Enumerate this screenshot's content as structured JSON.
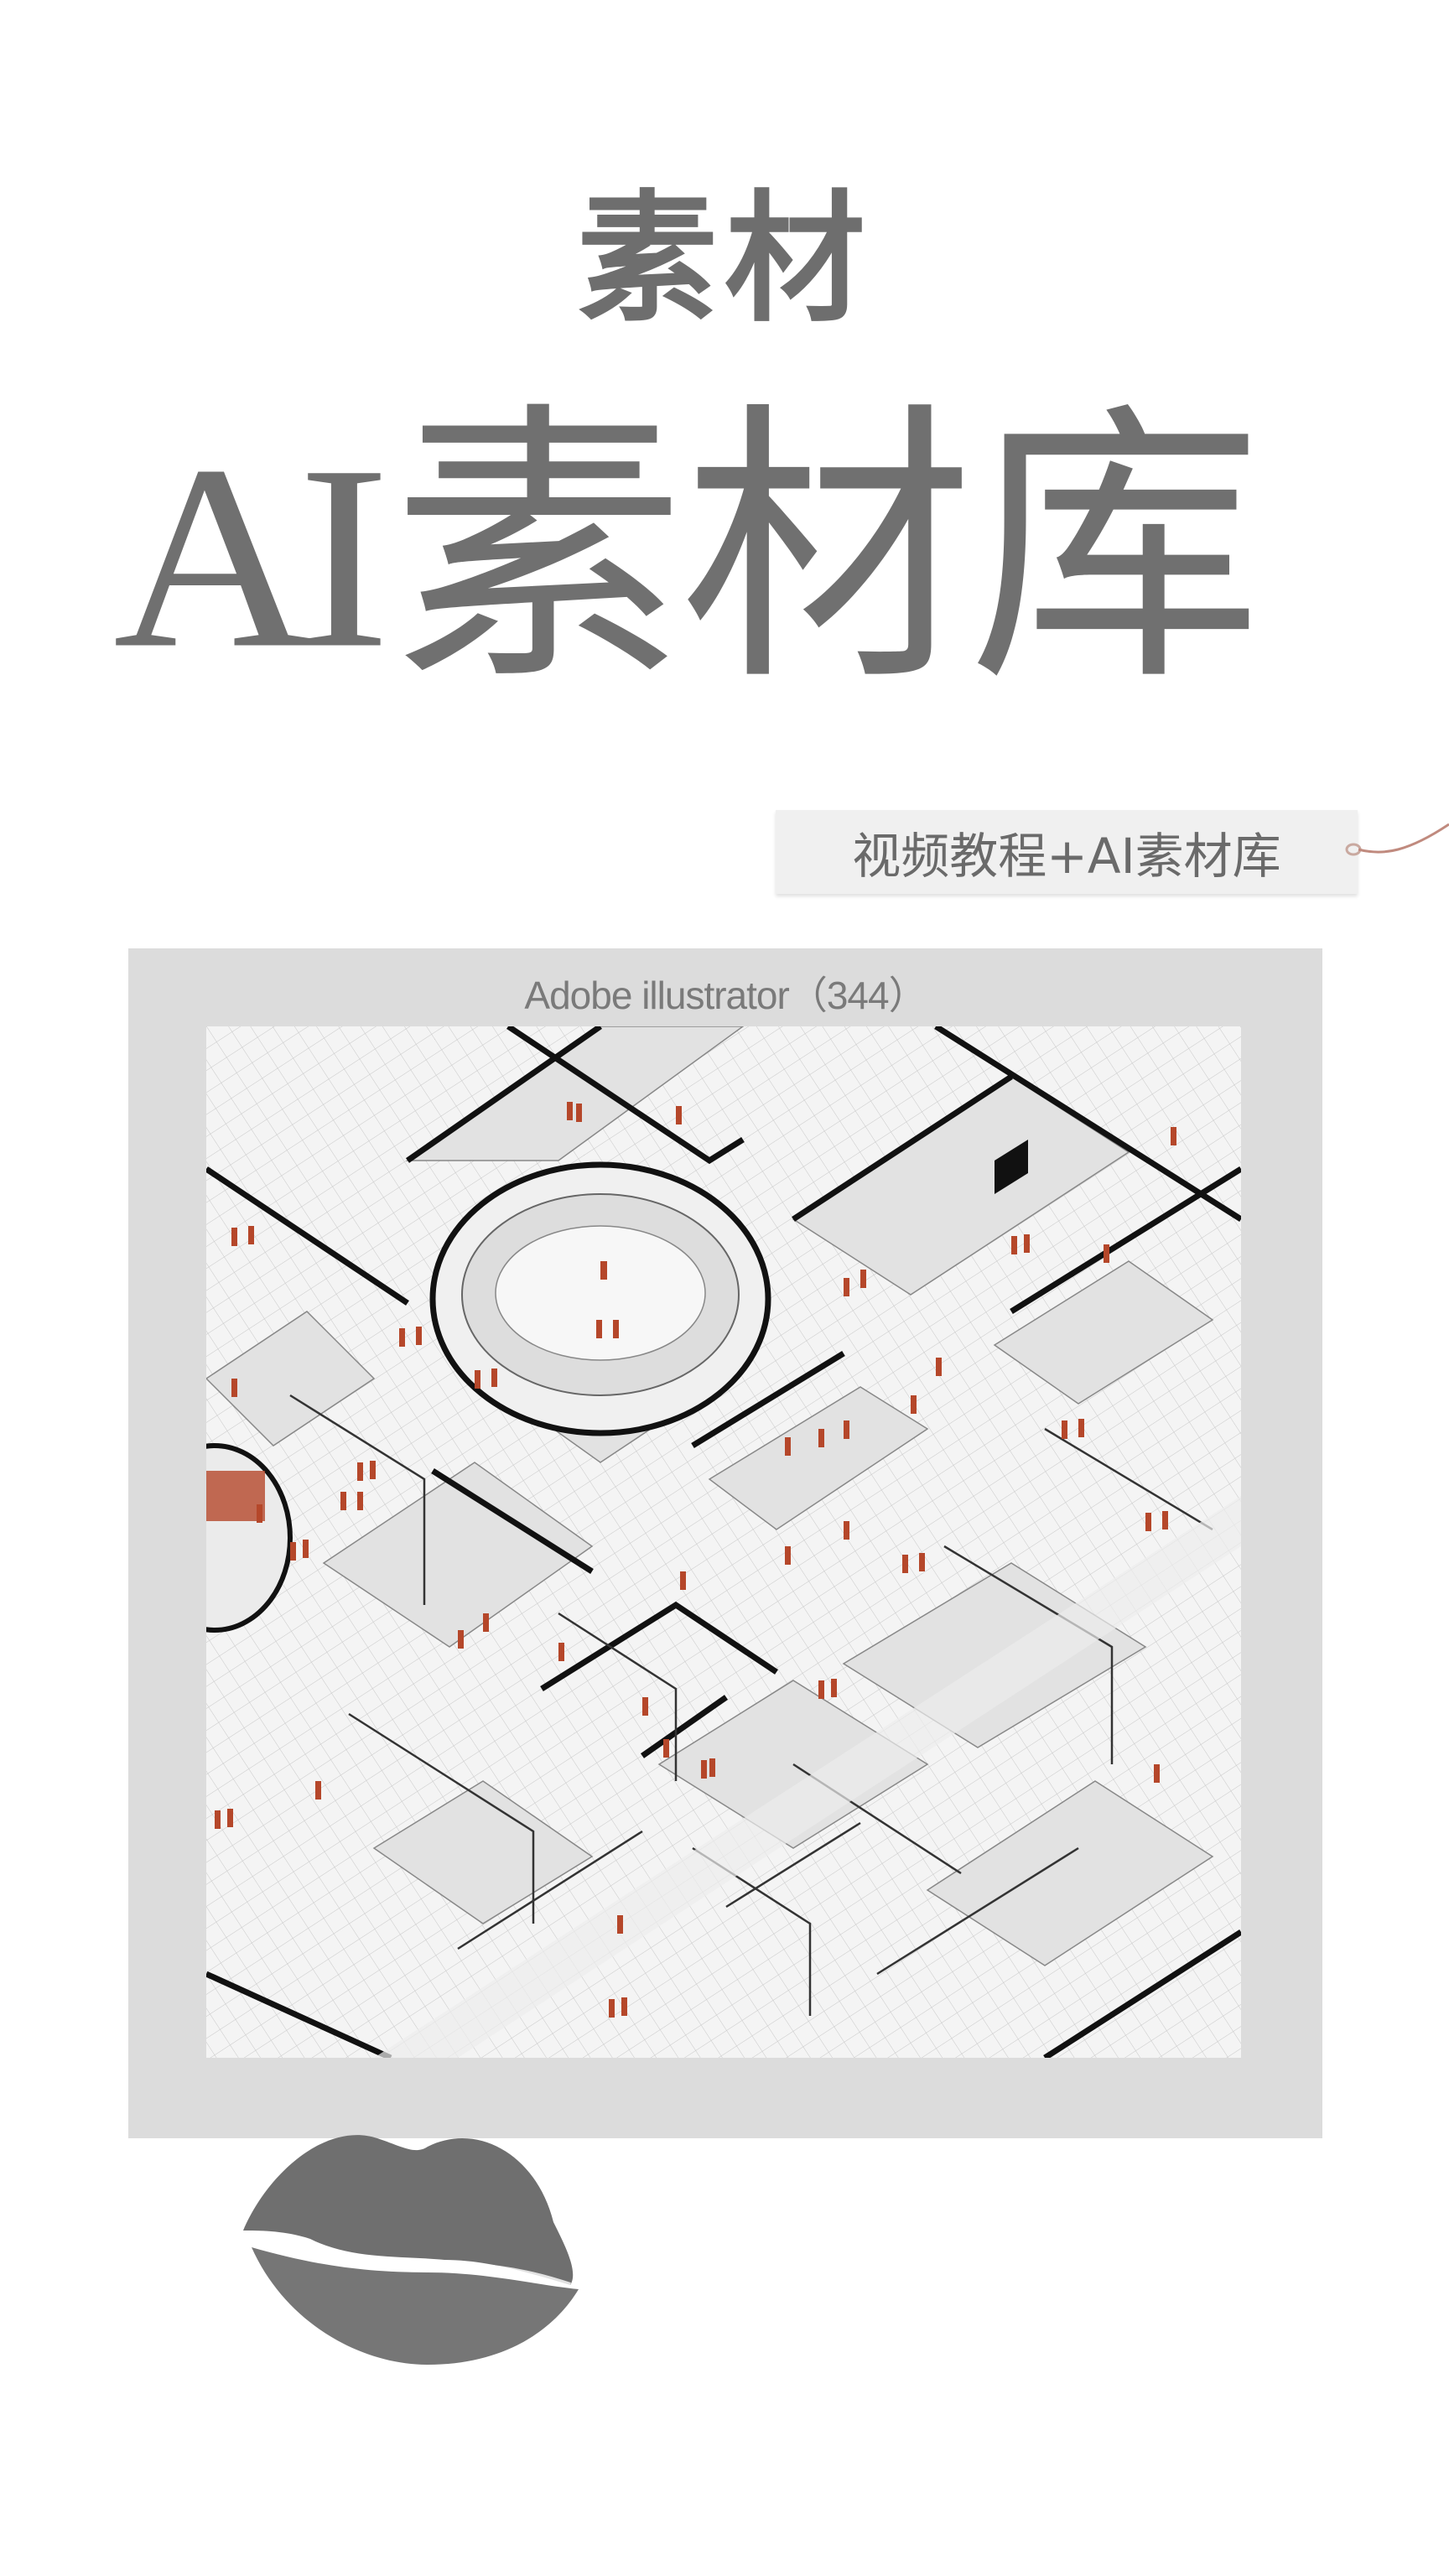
{
  "header": {
    "subtitle": "素材",
    "headline_latin": "AI",
    "headline_cn": "素材库"
  },
  "tag": {
    "label": "视频教程+AI素材库"
  },
  "panel": {
    "title": "Adobe illustrator（344）"
  },
  "colors": {
    "text_gray": "#707070",
    "panel_bg": "#dcdcdc",
    "figure_accent": "#b5472a"
  },
  "icons": [
    "isometric-floorplan-illustration",
    "lipstick-kiss-mark",
    "tag-string"
  ]
}
